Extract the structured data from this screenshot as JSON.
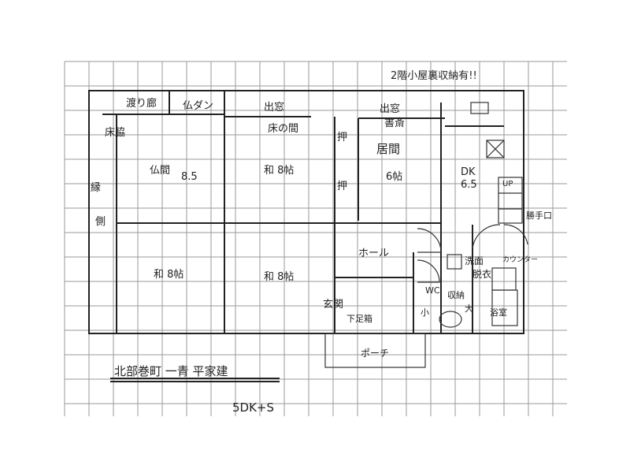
{
  "plan": {
    "note_top": "2階小屋裏収納有!!",
    "title": "北部巻町 一青 平家建",
    "layout_type": "5DK+S",
    "rooms": {
      "corridor": "渡り廊",
      "butsudan": "仏ダン",
      "tokowaki": "床脇",
      "engawa_1": "縁",
      "engawa_2": "側",
      "butsuma": "仏間",
      "butsuma_size": "8.5",
      "demado_1": "出窓",
      "tokonoma": "床の間",
      "washitsu_top": "和 8帖",
      "oshi_1": "押",
      "oshi_2": "押",
      "demado_2": "出窓",
      "shosai": "書斎",
      "ima": "居間",
      "ima_size": "6帖",
      "dk": "DK",
      "dk_size": "6.5",
      "up": "UP",
      "katteguchi": "勝手口",
      "washitsu_bl": "和 8帖",
      "washitsu_bm": "和 8帖",
      "hall": "ホール",
      "wc": "WC",
      "genkan": "玄関",
      "getabako": "下足箱",
      "small": "小",
      "large": "大",
      "senmen": "洗面",
      "datsui": "脱衣",
      "shuno": "収納",
      "counter": "カウンター",
      "yokushitsu": "浴室",
      "porch": "ポーチ"
    }
  }
}
